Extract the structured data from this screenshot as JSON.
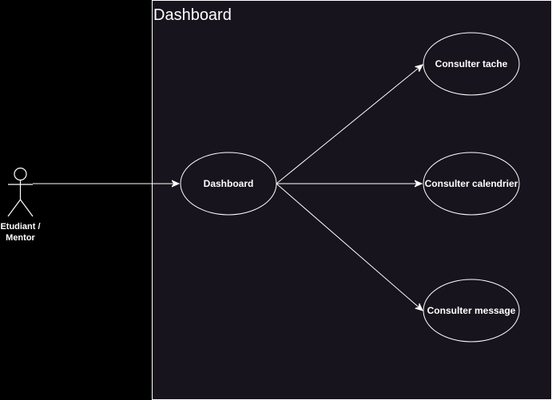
{
  "diagram": {
    "system": {
      "title": "Dashboard"
    },
    "actor": {
      "line1": "Etudiant /",
      "line2": "Mentor"
    },
    "use_cases": {
      "main": "Dashboard",
      "tache": "Consulter tache",
      "calendrier": "Consulter calendrier",
      "message": "Consulter message"
    }
  },
  "colors": {
    "background": "#000000",
    "boundary_fill": "#18141d",
    "stroke": "#ffffff"
  }
}
